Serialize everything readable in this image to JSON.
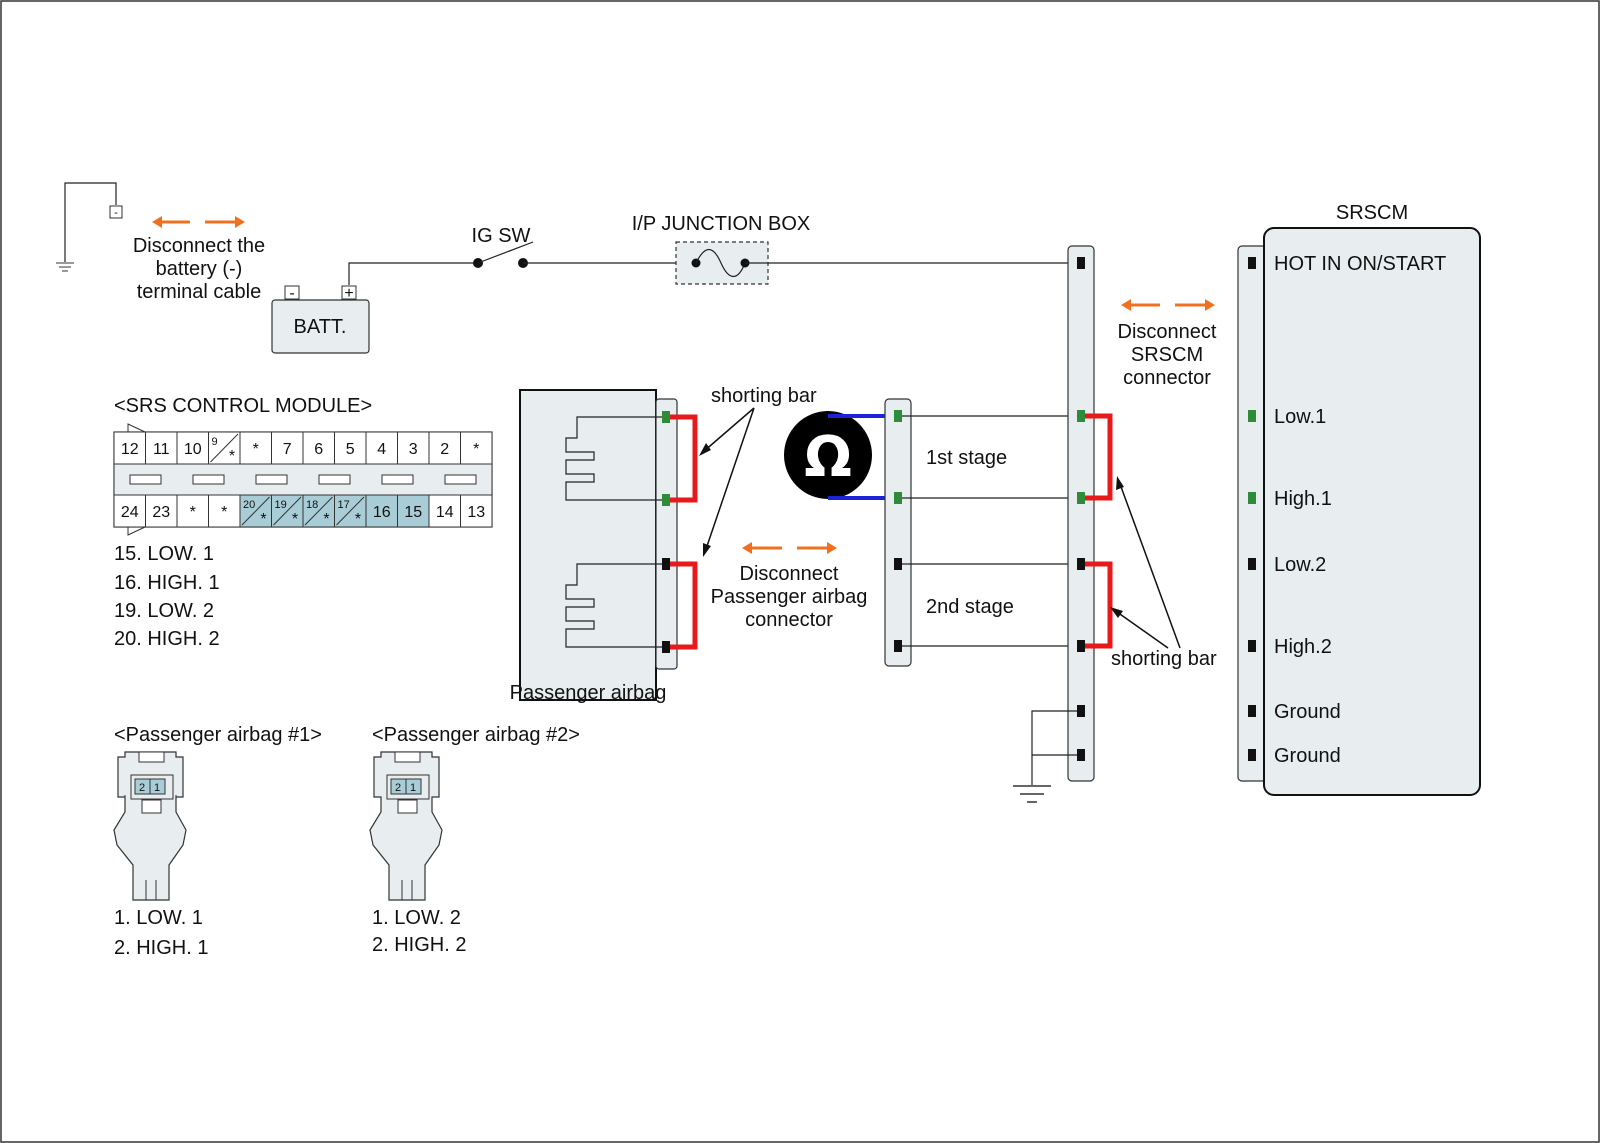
{
  "battery": {
    "disconnect_note": [
      "Disconnect the",
      "battery (-)",
      "terminal cable"
    ],
    "label": "BATT.",
    "neg": "-",
    "pos": "+"
  },
  "ig_sw": {
    "label": "IG SW"
  },
  "junction_box": {
    "label": "I/P JUNCTION BOX"
  },
  "srscm": {
    "title": "SRSCM",
    "disconnect_note": [
      "Disconnect",
      "SRSCM",
      "connector"
    ],
    "pins": [
      {
        "label": "HOT IN ON/START",
        "color": "#111111"
      },
      {
        "label": "Low.1",
        "color": "#2e8b3a"
      },
      {
        "label": "High.1",
        "color": "#2e8b3a"
      },
      {
        "label": "Low.2",
        "color": "#111111"
      },
      {
        "label": "High.2",
        "color": "#111111"
      },
      {
        "label": "Ground",
        "color": "#111111"
      },
      {
        "label": "Ground",
        "color": "#111111"
      }
    ]
  },
  "srs_module": {
    "title": "<SRS CONTROL MODULE>",
    "top_row": [
      "12",
      "11",
      "10",
      "9",
      "*",
      "7",
      "6",
      "5",
      "4",
      "3",
      "2",
      "*"
    ],
    "bottom_row": [
      "24",
      "23",
      "*",
      "*",
      "20",
      "19",
      "18",
      "17",
      "16",
      "15",
      "14",
      "13"
    ],
    "star": "*",
    "pin_list": [
      {
        "text": "15. LOW. 1",
        "color": "#2e8b3a"
      },
      {
        "text": "16. HIGH. 1",
        "color": "#2e8b3a"
      },
      {
        "text": "19. LOW. 2",
        "color": "#111111"
      },
      {
        "text": "20. HIGH. 2",
        "color": "#111111"
      }
    ]
  },
  "airbag": {
    "label": "Passenger airbag",
    "shorting_bar": "shorting bar",
    "disconnect_note": [
      "Disconnect",
      "Passenger airbag",
      "connector"
    ],
    "stage1": "1st stage",
    "stage2": "2nd stage",
    "ohm_symbol": "Ω"
  },
  "srscm_shorting_bar": "shorting bar",
  "connector1": {
    "title": "<Passenger airbag #1>",
    "pin_a": "2",
    "pin_b": "1",
    "pins": [
      {
        "text": "1. LOW. 1",
        "color": "#2e8b3a"
      },
      {
        "text": "2. HIGH. 1",
        "color": "#2e8b3a"
      }
    ]
  },
  "connector2": {
    "title": "<Passenger airbag #2>",
    "pin_a": "2",
    "pin_b": "1",
    "pins": [
      {
        "text": "1. LOW. 2",
        "color": "#111111"
      },
      {
        "text": "2. HIGH. 2",
        "color": "#111111"
      }
    ]
  },
  "colors": {
    "shorting_bar": "#e8191b",
    "ohm_lead": "#1a23d6",
    "arrow": "#f07020",
    "pin_green": "#2e8b3a",
    "pin_black": "#111111",
    "module_highlight": "#a8cdd6"
  }
}
